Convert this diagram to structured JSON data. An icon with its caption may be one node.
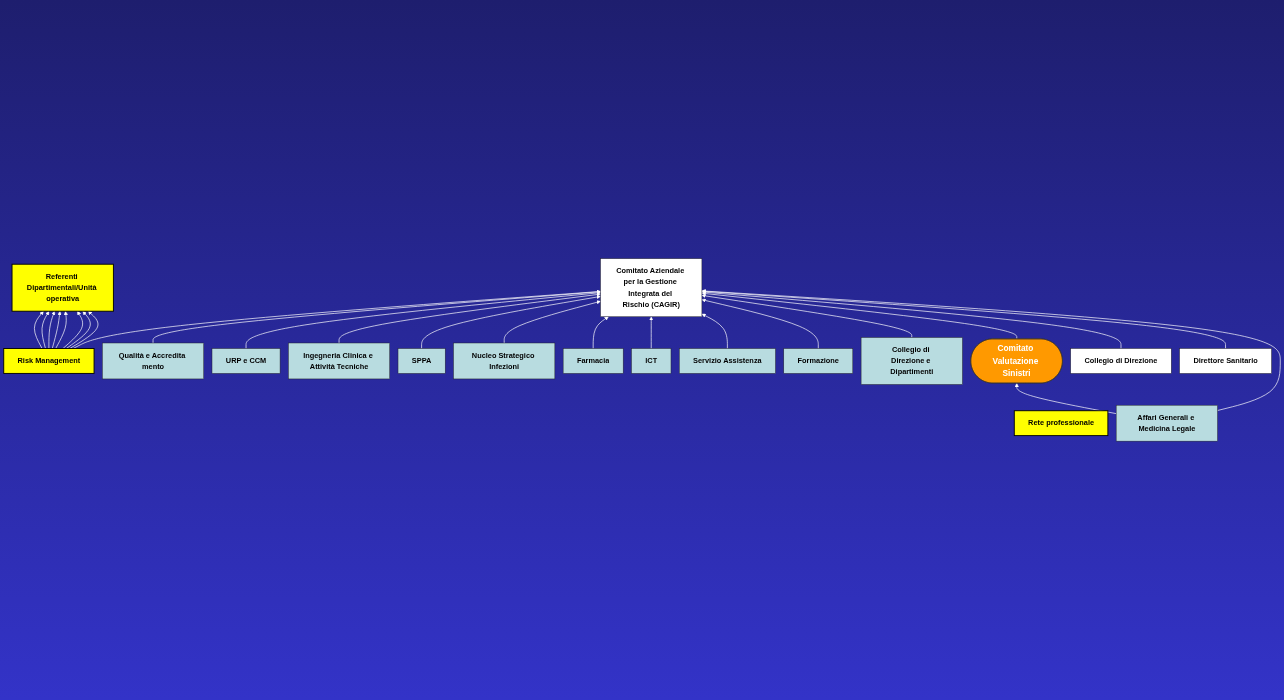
{
  "diagram": {
    "nodes": [
      {
        "text": [
          "Direttore Sanitario"
        ]
      },
      {
        "text": [
          "Collegio di Direzione"
        ]
      },
      {
        "text": [
          "Comitato Aziendale per la Gestione Integrata del Rischio (CAGIR)"
        ]
      },
      {
        "text": [
          "Risk Management"
        ]
      },
      {
        "text": [
          "Qualità e Accredita mento"
        ]
      },
      {
        "text": [
          "URP e CCM"
        ]
      },
      {
        "text": [
          "Ingegneria Clinica e Attività Tecniche"
        ]
      },
      {
        "text": [
          "SPPA"
        ]
      },
      {
        "text": [
          "Farmacia"
        ]
      },
      {
        "text": [
          "Servizio Assistenza"
        ]
      },
      {
        "text": [
          "Collegio di Direzione e Dipartimenti"
        ]
      },
      {
        "text": [
          "Affari Generali e Medicina Legale"
        ]
      },
      {
        "text": [
          "Rete professionale"
        ]
      },
      {
        "text": [
          "Nucleo Strategico Infezioni"
        ]
      },
      {
        "text": [
          "ICT"
        ]
      },
      {
        "text": [
          "Formazione"
        ]
      },
      {
        "text": [
          "Comitato Valutazione Sinistri"
        ]
      },
      {
        "text": [
          "Referenti Dipartimentali/Unità operativa"
        ]
      }
    ],
    "edges": [
      {
        "from": 1,
        "to": 2,
        "arrow": "to"
      },
      {
        "from": 0,
        "to": 2,
        "arrow": "to"
      },
      {
        "from": 3,
        "to": 2,
        "arrow": "to"
      },
      {
        "from": 4,
        "to": 2,
        "arrow": "to"
      },
      {
        "from": 5,
        "to": 2,
        "arrow": "to"
      },
      {
        "from": 6,
        "to": 2,
        "arrow": "to"
      },
      {
        "from": 7,
        "to": 2,
        "arrow": "to"
      },
      {
        "from": 13,
        "to": 2,
        "arrow": "to"
      },
      {
        "from": 8,
        "to": 2,
        "arrow": "to"
      },
      {
        "from": 14,
        "to": 2,
        "arrow": "to"
      },
      {
        "from": 9,
        "to": 2,
        "arrow": "to"
      },
      {
        "from": 15,
        "to": 2,
        "arrow": "to"
      },
      {
        "from": 10,
        "to": 2,
        "arrow": "to"
      },
      {
        "from": 11,
        "to": 2,
        "arrow": "to"
      },
      {
        "from": 16,
        "to": 2,
        "arrow": "to"
      },
      {
        "from": 11,
        "to": 16,
        "arrow": "to"
      },
      {
        "from": 3,
        "to": 17,
        "arrow": "to"
      },
      {
        "from": 3,
        "to": 17,
        "arrow": "to"
      },
      {
        "from": 3,
        "to": 17,
        "arrow": "to"
      },
      {
        "from": 3,
        "to": 17,
        "arrow": "to"
      },
      {
        "from": 3,
        "to": 17,
        "arrow": "to"
      },
      {
        "from": 3,
        "to": 17,
        "arrow": "to"
      },
      {
        "from": 3,
        "to": 17,
        "arrow": "to"
      },
      {
        "from": 3,
        "to": 17,
        "arrow": "to"
      }
    ]
  }
}
